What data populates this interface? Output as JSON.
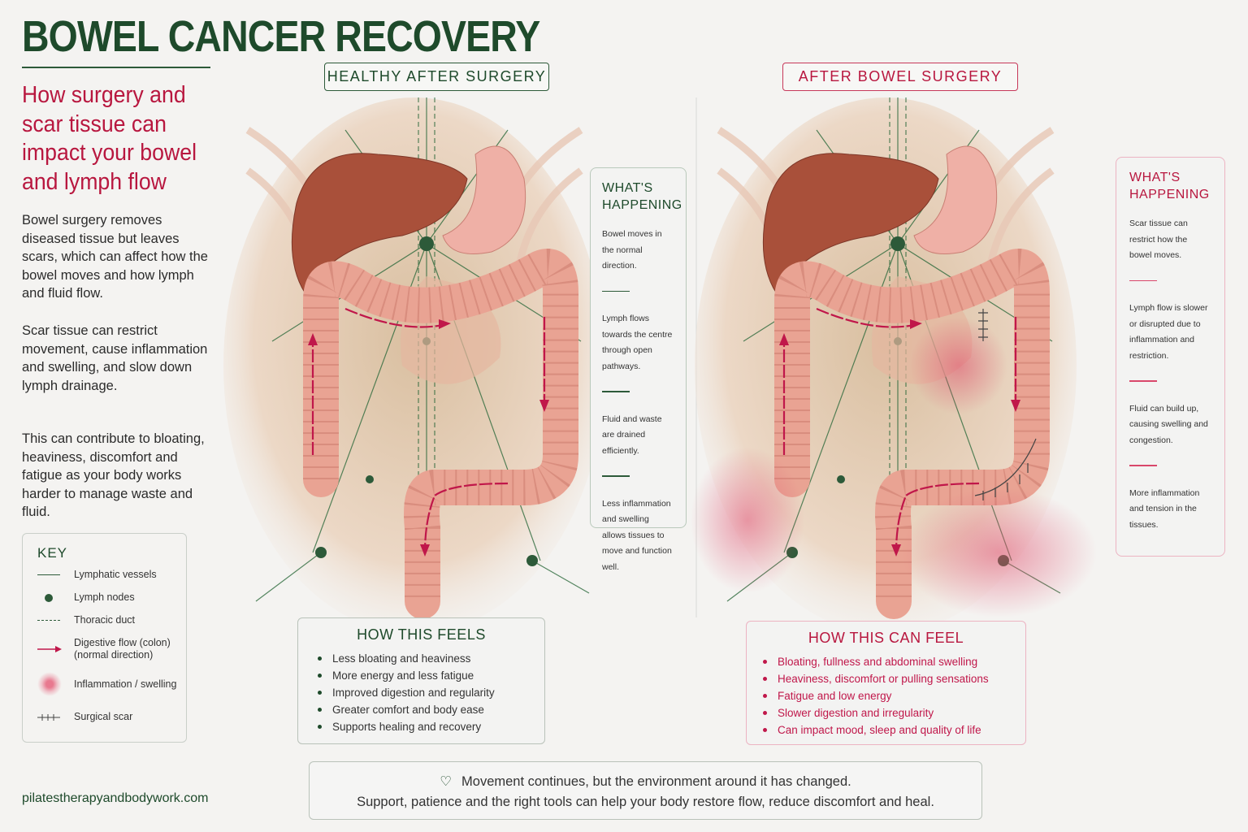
{
  "title": "BOWEL CANCER RECOVERY",
  "subtitle": "How surgery and scar tissue can impact your bowel and lymph flow",
  "paragraphs": [
    "Bowel surgery removes diseased tissue but leaves scars, which can affect how the bowel moves and how lymph and fluid flow.",
    "Scar tissue can restrict movement, cause inflammation and swelling, and slow down lymph drainage.",
    "This can contribute to bloating, heaviness, discomfort and fatigue as your body works harder to manage waste and fluid."
  ],
  "key": {
    "title": "KEY",
    "items": [
      "Lymphatic vessels",
      "Lymph nodes",
      "Thoracic duct",
      "Digestive flow (colon) (normal direction)",
      "Inflammation / swelling",
      "Surgical scar"
    ]
  },
  "website": "pilatestherapyandbodywork.com",
  "healthy": {
    "label": "HEALTHY AFTER SURGERY",
    "whats_title": "WHAT'S HAPPENING",
    "whats": [
      "Bowel moves in the normal direction.",
      "Lymph flows towards the centre through open pathways.",
      "Fluid and waste are drained efficiently.",
      "Less inflammation and swelling allows tissues to move and function well."
    ],
    "feels_title": "HOW THIS FEELS",
    "feels": [
      "Less bloating and heaviness",
      "More energy and less fatigue",
      "Improved digestion and regularity",
      "Greater comfort and body ease",
      "Supports healing and recovery"
    ]
  },
  "after": {
    "label": "AFTER BOWEL SURGERY",
    "whats_title": "WHAT'S HAPPENING",
    "whats": [
      "Scar tissue can restrict how the bowel moves.",
      "Lymph flow is slower or disrupted due to inflammation and restriction.",
      "Fluid can build up, causing swelling and congestion.",
      "More inflammation and tension in the tissues."
    ],
    "feels_title": "HOW THIS CAN FEEL",
    "feels": [
      "Bloating, fullness and abdominal swelling",
      "Heaviness, discomfort or pulling sensations",
      "Fatigue and low energy",
      "Slower digestion and irregularity",
      "Can impact mood, sleep and quality of life"
    ]
  },
  "footer": {
    "line1": "Movement continues, but the environment around it has changed.",
    "line2": "Support, patience and the right tools can help your body restore flow, reduce discomfort and heal."
  },
  "colors": {
    "green": "#1e4a2b",
    "crimson": "#b8173f",
    "colon": "#eba595",
    "liver": "#a9503a"
  }
}
